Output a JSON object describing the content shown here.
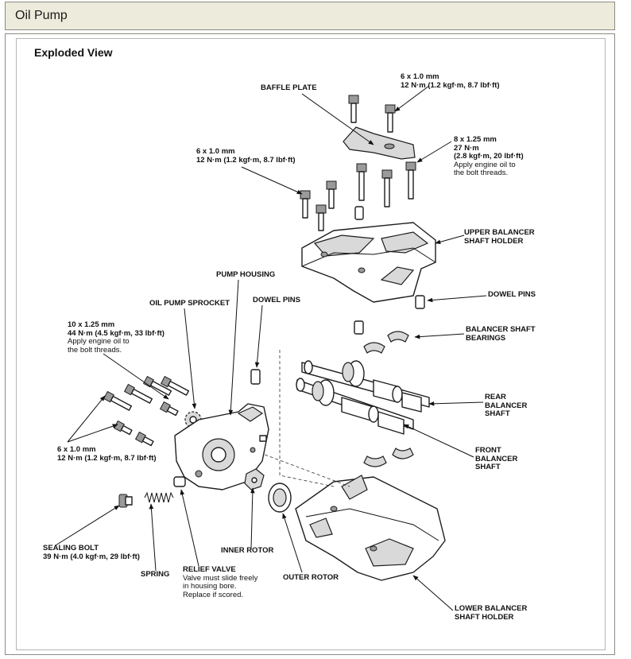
{
  "window": {
    "title": "Oil Pump"
  },
  "diagram": {
    "heading": "Exploded View",
    "labels": {
      "top_bolt_spec": [
        "6 x 1.0 mm",
        "12 N·m (1.2 kgf·m, 8.7 lbf·ft)"
      ],
      "baffle_plate": "BAFFLE PLATE",
      "bolt_8x125": [
        "8 x 1.25 mm",
        "27 N·m",
        "(2.8 kgf·m, 20 lbf·ft)"
      ],
      "bolt_8x125_note": [
        "Apply engine oil to",
        "the bolt threads."
      ],
      "mid_bolt_spec": [
        "6 x 1.0 mm",
        "12 N·m (1.2 kgf·m, 8.7 lbf·ft)"
      ],
      "upper_holder": [
        "UPPER BALANCER",
        "SHAFT HOLDER"
      ],
      "pump_housing": "PUMP HOUSING",
      "oil_pump_sprocket": "OIL PUMP SPROCKET",
      "dowel_pins_left": "DOWEL PINS",
      "dowel_pins_right": "DOWEL PINS",
      "bolt_10x125": [
        "10 x 1.25 mm",
        "44 N·m (4.5 kgf·m, 33 lbf·ft)"
      ],
      "bolt_10x125_note": [
        "Apply engine oil to",
        "the bolt threads."
      ],
      "bearings": [
        "BALANCER SHAFT",
        "BEARINGS"
      ],
      "rear_shaft": [
        "REAR",
        "BALANCER",
        "SHAFT"
      ],
      "left_bolt_spec": [
        "6 x 1.0 mm",
        "12 N·m (1.2 kgf·m, 8.7 lbf·ft)"
      ],
      "front_shaft": [
        "FRONT",
        "BALANCER",
        "SHAFT"
      ],
      "sealing_bolt": [
        "SEALING BOLT",
        "39 N·m (4.0 kgf·m, 29 lbf·ft)"
      ],
      "spring": "SPRING",
      "relief_valve": "RELIEF VALVE",
      "relief_valve_note": [
        "Valve must slide freely",
        "in housing bore.",
        "Replace if scored."
      ],
      "inner_rotor": "INNER ROTOR",
      "outer_rotor": "OUTER ROTOR",
      "lower_holder": [
        "LOWER BALANCER",
        "SHAFT HOLDER"
      ]
    }
  }
}
